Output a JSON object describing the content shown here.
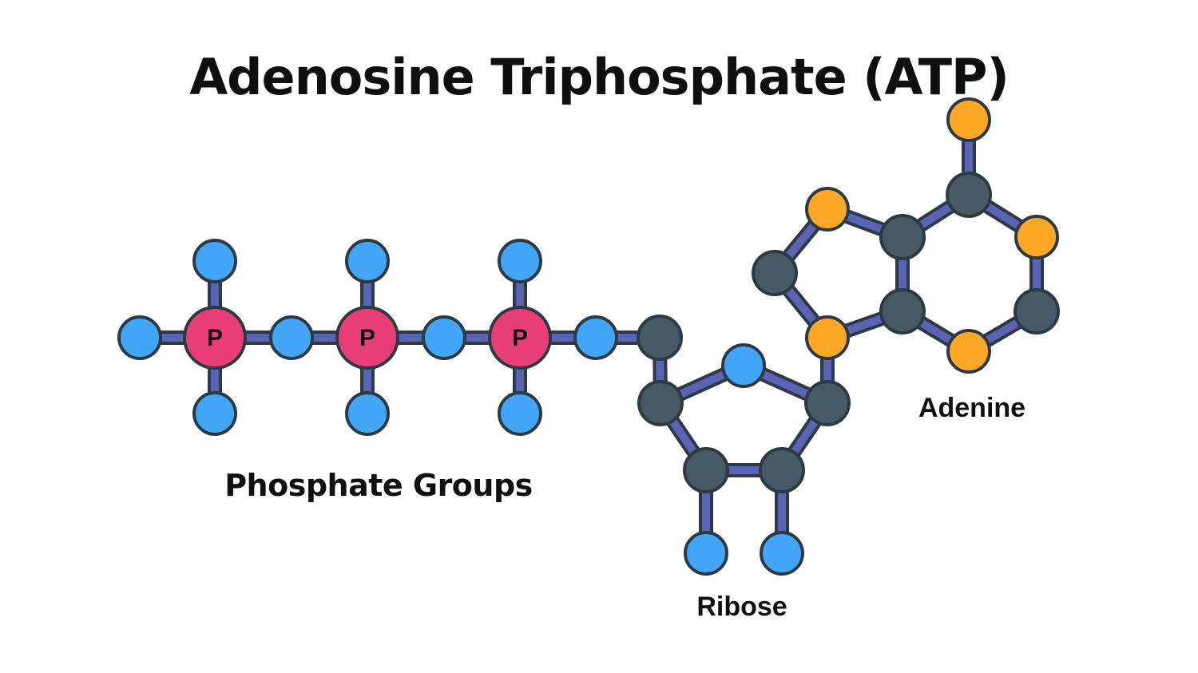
{
  "title": "Adenosine Triphosphate (ATP)",
  "labels": {
    "phosphate_groups": "Phosphate Groups",
    "ribose": "Ribose",
    "adenine": "Adenine"
  },
  "atom_symbol_phosphorus": "P",
  "colors": {
    "bond": "#5b63b5",
    "outline": "#2c3a44",
    "oxygen": "#42a5f5",
    "phosphorus": "#e83e78",
    "carbon": "#455a64",
    "nitrogen": "#ffa726",
    "text": "#0f0f0f"
  },
  "atom_types": {
    "oxygen": "blue-atom",
    "phosphorus": "pink-phosphorus-atom",
    "carbon": "dark-atom",
    "nitrogen": "orange-atom"
  }
}
